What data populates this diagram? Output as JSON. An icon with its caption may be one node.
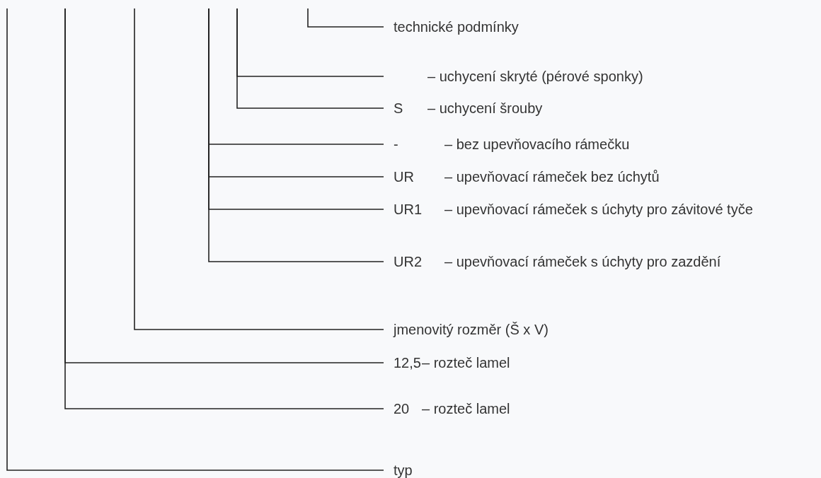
{
  "diagram": {
    "nodes": [
      {
        "text": [
          "technické podmínky"
        ]
      },
      {
        "text": [
          "– uchycení skryté (pérové sponky)"
        ]
      },
      {
        "text": [
          "S",
          "– uchycení šrouby"
        ]
      },
      {
        "text": [
          "-",
          "– bez upevňovacího rámečku"
        ]
      },
      {
        "text": [
          "UR",
          "– upevňovací rámeček bez úchytů"
        ]
      },
      {
        "text": [
          "UR1",
          "– upevňovací rámeček s úchyty pro závitové tyče"
        ]
      },
      {
        "text": [
          "UR2",
          "– upevňovací rámeček s úchyty pro zazdění"
        ]
      },
      {
        "text": [
          "jmenovitý rozměr (Š x V)"
        ]
      },
      {
        "text": [
          "12,5",
          "– rozteč lamel"
        ]
      },
      {
        "text": [
          "20",
          "– rozteč lamel"
        ]
      },
      {
        "text": [
          "typ"
        ]
      }
    ],
    "edges": [
      {
        "from": null,
        "to": 0,
        "arrow": "none"
      },
      {
        "from": null,
        "to": 1,
        "arrow": "none"
      },
      {
        "from": null,
        "to": 2,
        "arrow": "none"
      },
      {
        "from": null,
        "to": 3,
        "arrow": "none"
      },
      {
        "from": null,
        "to": 4,
        "arrow": "none"
      },
      {
        "from": null,
        "to": 5,
        "arrow": "none"
      },
      {
        "from": null,
        "to": 6,
        "arrow": "none"
      },
      {
        "from": null,
        "to": 7,
        "arrow": "none"
      },
      {
        "from": null,
        "to": 8,
        "arrow": "none"
      },
      {
        "from": null,
        "to": 9,
        "arrow": "none"
      },
      {
        "from": null,
        "to": 10,
        "arrow": "none"
      }
    ]
  }
}
